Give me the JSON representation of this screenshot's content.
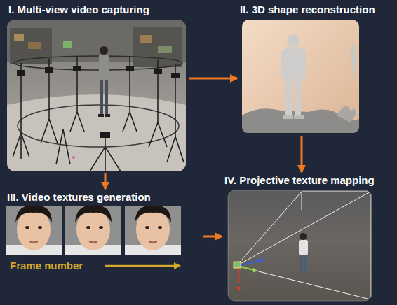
{
  "diagram": {
    "nodes": [
      {
        "text": [
          "I. Multi-view video capturing"
        ]
      },
      {
        "text": [
          "II. 3D shape reconstruction"
        ]
      },
      {
        "text": [
          "III. Video textures generation"
        ]
      },
      {
        "text": [
          "IV. Projective texture mapping"
        ]
      }
    ],
    "edges": [
      {
        "from": 0,
        "to": 1,
        "arrow": "to"
      },
      {
        "from": 0,
        "to": 2,
        "arrow": "to"
      },
      {
        "from": 1,
        "to": 3,
        "arrow": "to"
      },
      {
        "from": 2,
        "to": 3,
        "arrow": "to"
      }
    ],
    "labels": [
      "Frame number"
    ]
  }
}
